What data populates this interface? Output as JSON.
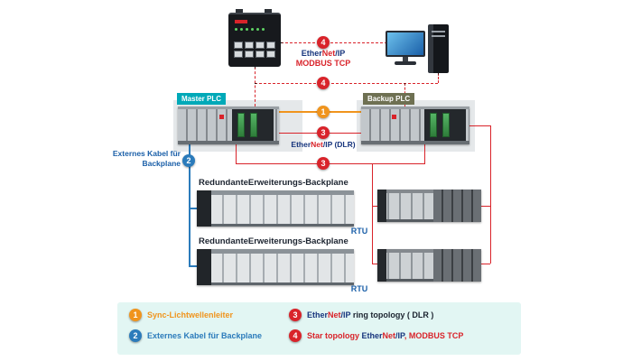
{
  "texts": {
    "master_plc": "Master PLC",
    "backup_plc": "Backup PLC",
    "ether": "Ether",
    "net": "Net",
    "ip": "/IP",
    "modbus_tcp": "MODBUS TCP",
    "dlr_suffix": " (DLR)",
    "externes_line1": "Externes Kabel für",
    "externes_line2": "Backplane",
    "backplane_1": "RedundanteErweiterungs-Backplane",
    "backplane_2": "RedundanteErweiterungs-Backplane",
    "rtu_1": "RTU",
    "rtu_2": "RTU"
  },
  "markers": {
    "sync": "1",
    "external_cable": "2",
    "ring": "3",
    "star": "4"
  },
  "legend": {
    "item1": {
      "num": "1",
      "label": "Sync-Lichtwellenleiter"
    },
    "item2": {
      "num": "2",
      "label": "Externes Kabel für Backplane"
    },
    "item3": {
      "num": "3",
      "suffix": " ring topology ( DLR )"
    },
    "item4": {
      "num": "4",
      "prefix": "Star topology ",
      "modbus": ", MODBUS TCP"
    }
  },
  "colors": {
    "sync_orange": "#f0941d",
    "cable_blue": "#2b7bbb",
    "ring_red": "#d9232a",
    "master_teal": "#00a9b8",
    "backup_olive": "#6e7052",
    "ethernet_blue": "#17357d",
    "annotation_blue": "#1a5fa8",
    "legend_bg": "#e2f6f3"
  }
}
